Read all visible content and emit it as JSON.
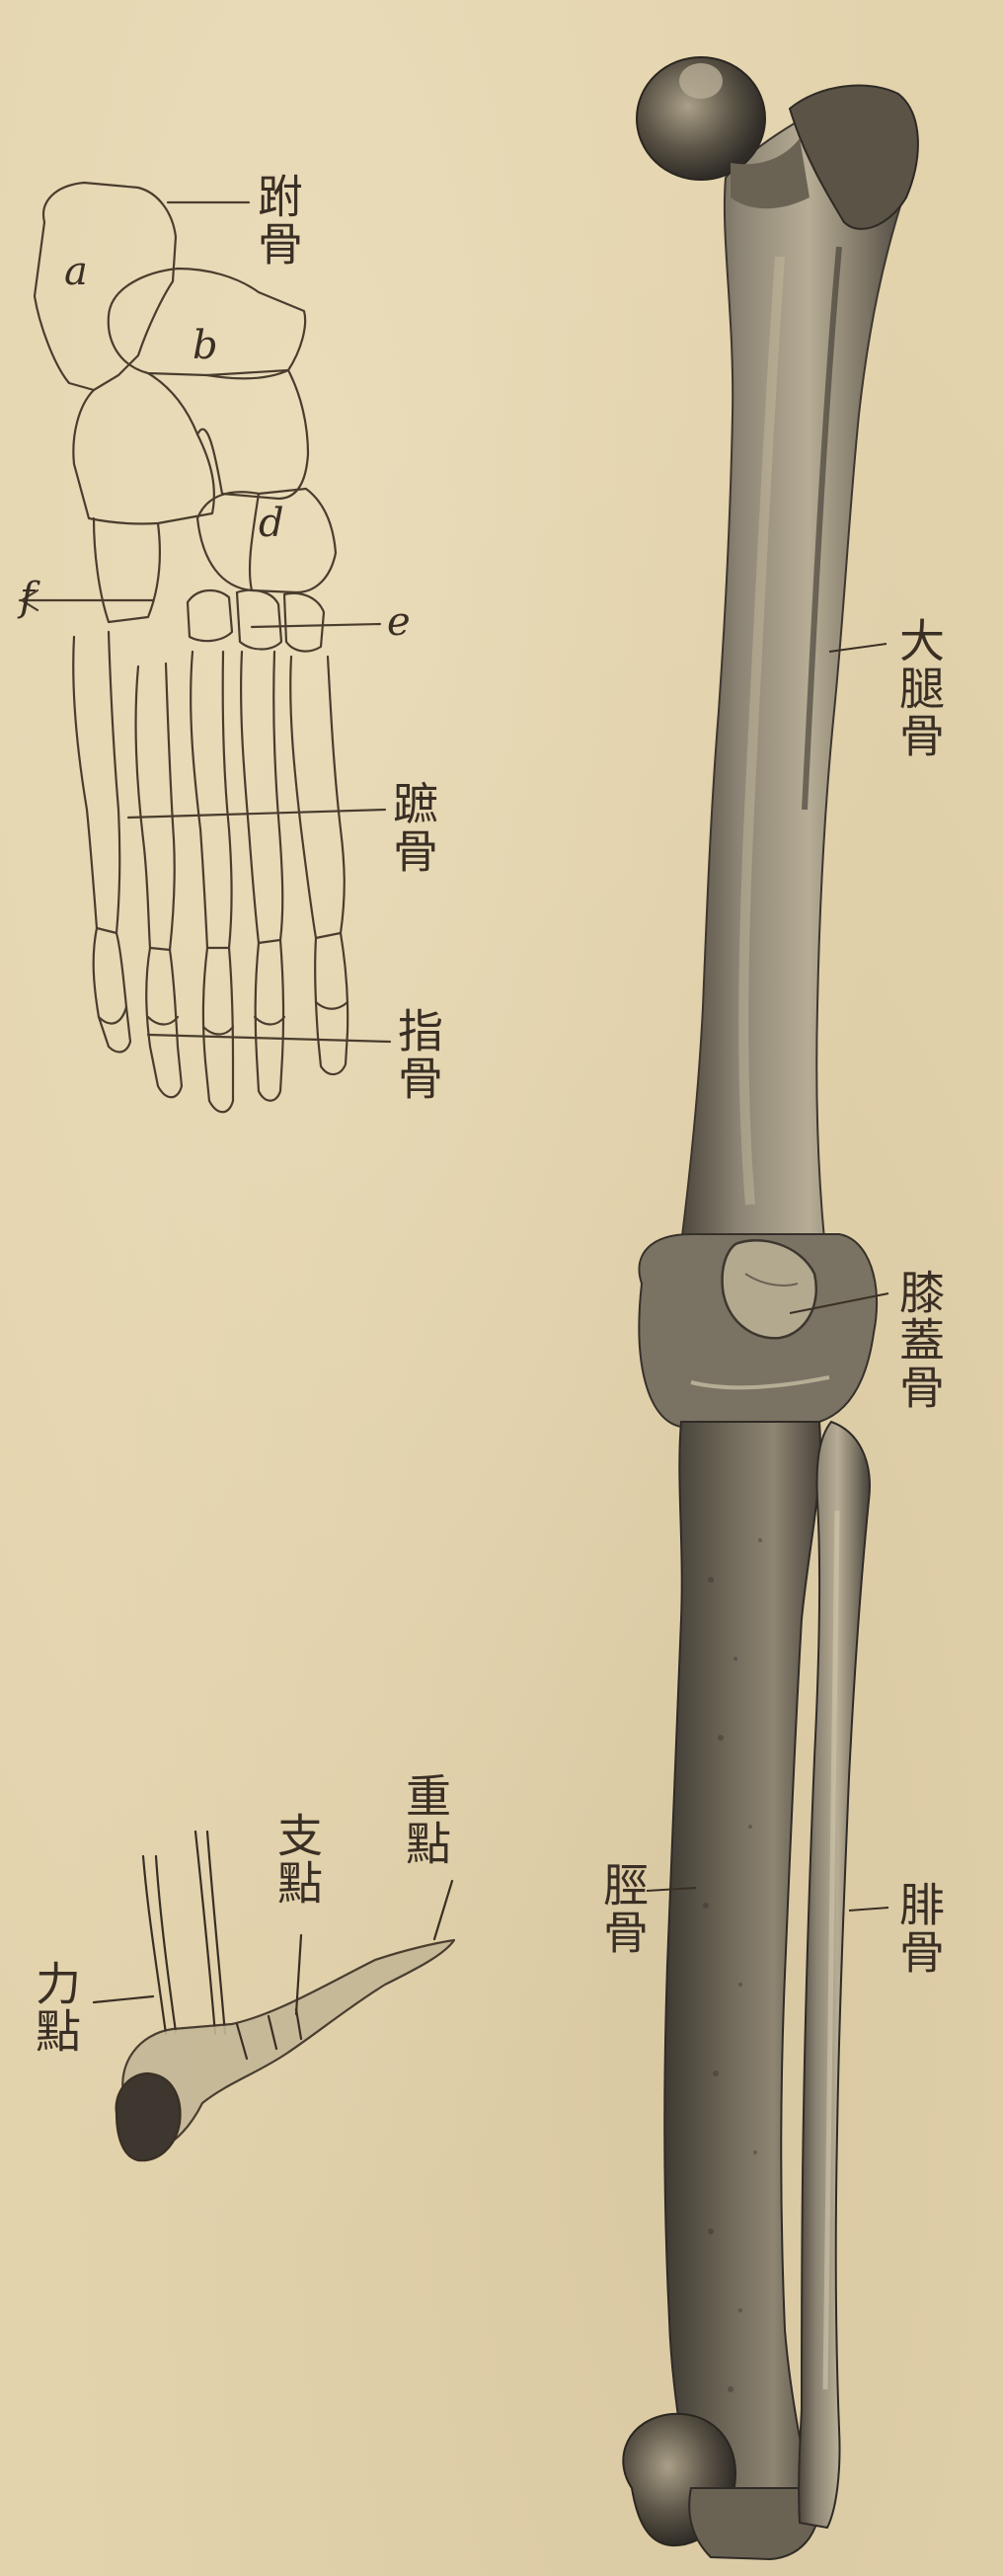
{
  "foot_diagram": {
    "labels": {
      "tarsal": "跗骨",
      "metatarsal": "蹠骨",
      "phalanges": "指骨"
    },
    "letters": {
      "a": "a",
      "b": "b",
      "d": "d",
      "e": "e",
      "f": "f"
    }
  },
  "leg_diagram": {
    "labels": {
      "femur": "大腿骨",
      "patella": "膝蓋骨",
      "tibia": "脛骨",
      "fibula": "腓骨"
    }
  },
  "lever_diagram": {
    "labels": {
      "load_point": "重點",
      "fulcrum": "支點",
      "effort_point": "力點"
    }
  },
  "colors": {
    "paper": "#e3d3ad",
    "ink": "#3a2f24",
    "bone_shadow": "#4a4338",
    "bone_light": "#c9bda0"
  }
}
